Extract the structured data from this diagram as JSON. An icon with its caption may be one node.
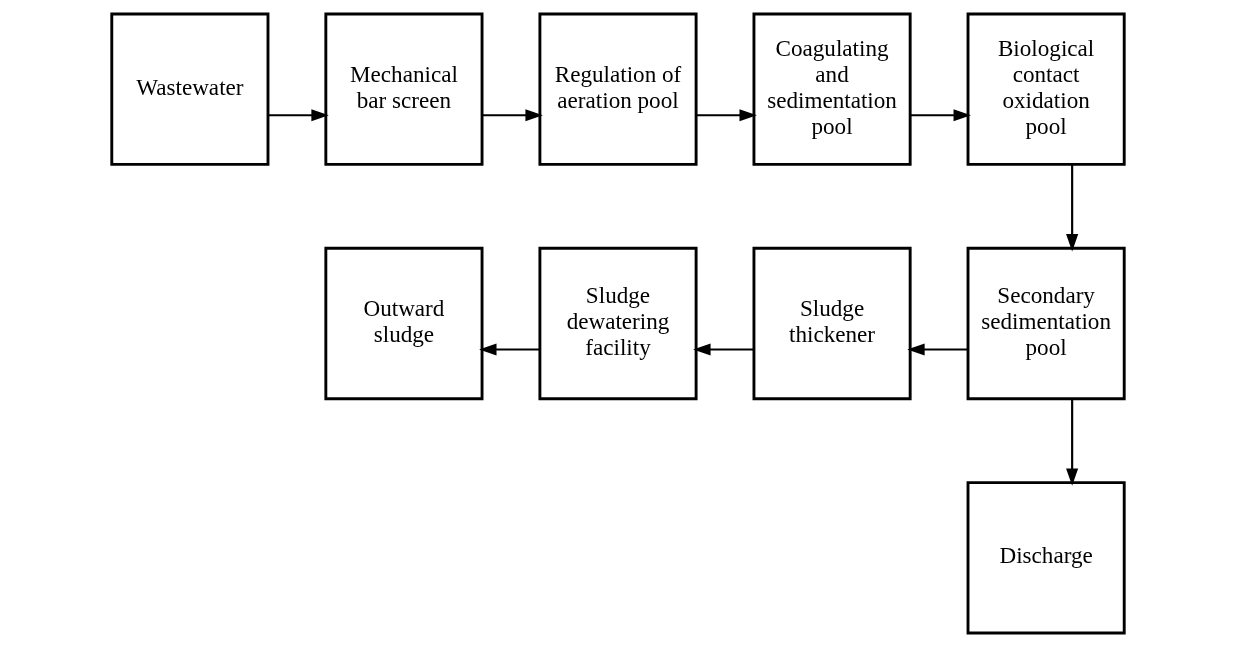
{
  "diagram": {
    "nodes": [
      {
        "text": [
          "Wastewater"
        ]
      },
      {
        "text": [
          "Mechanical bar screen"
        ]
      },
      {
        "text": [
          "Regulation of aeration pool"
        ]
      },
      {
        "text": [
          "Coagulating and sedimentation pool"
        ]
      },
      {
        "text": [
          "Biological contact oxidation pool"
        ]
      },
      {
        "text": [
          "Outward sludge"
        ]
      },
      {
        "text": [
          "Sludge dewatering facility"
        ]
      },
      {
        "text": [
          "Sludge thickener"
        ]
      },
      {
        "text": [
          "Secondary sedimentation pool"
        ]
      },
      {
        "text": [
          "Discharge"
        ]
      }
    ],
    "edges": [
      {
        "from": 0,
        "to": 1,
        "arrow": "to"
      },
      {
        "from": 1,
        "to": 2,
        "arrow": "to"
      },
      {
        "from": 2,
        "to": 3,
        "arrow": "to"
      },
      {
        "from": 3,
        "to": 4,
        "arrow": "to"
      },
      {
        "from": 4,
        "to": 8,
        "arrow": "to"
      },
      {
        "from": 8,
        "to": 7,
        "arrow": "to"
      },
      {
        "from": 7,
        "to": 6,
        "arrow": "to"
      },
      {
        "from": 6,
        "to": 5,
        "arrow": "to"
      },
      {
        "from": 8,
        "to": 9,
        "arrow": "to"
      }
    ]
  }
}
